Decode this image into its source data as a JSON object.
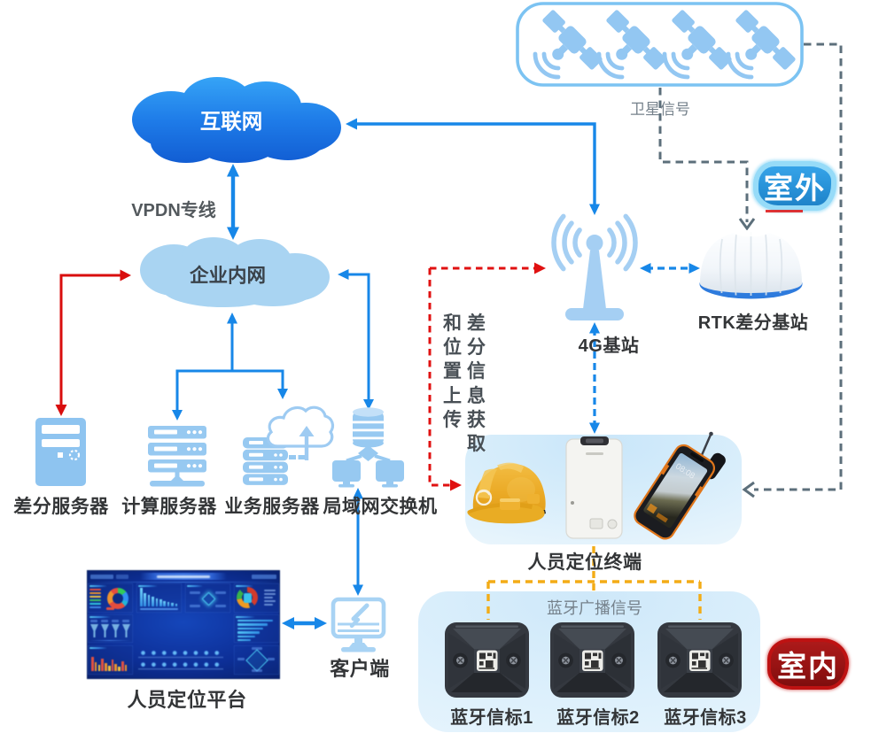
{
  "palette": {
    "arrow_blue": "#1787E8",
    "arrow_red": "#D90E0E",
    "dash_gray": "#5C6F7B",
    "dash_orange": "#F3AC16",
    "icon_blue": "#97C9F1",
    "satellite_box_border": "#7CC3F2",
    "internet_cloud_top": "#3AA2F5",
    "internet_cloud_bottom": "#1463D9",
    "intranet_cloud": "#A9D4F2",
    "outdoor_badge": "#2E96DB",
    "indoor_badge": "#A81616"
  },
  "satellites": {
    "signal_label": "卫星信号"
  },
  "clouds": {
    "internet": "互联网",
    "intranet": "企业内网"
  },
  "edges": {
    "vpdn": "VPDN专线",
    "diff_upload_note_col1": "差分信息获取",
    "diff_upload_note_col2": "和位置上传",
    "bluetooth_broadcast": "蓝牙广播信号"
  },
  "servers": {
    "diff": "差分服务器",
    "compute": "计算服务器",
    "business": "业务服务器",
    "lan_switch": "局域网交换机"
  },
  "platform": {
    "label": "人员定位平台"
  },
  "client": {
    "label": "客户端"
  },
  "station_4g": {
    "label": "4G基站"
  },
  "rtk": {
    "label": "RTK差分基站"
  },
  "terminal": {
    "label": "人员定位终端"
  },
  "beacons": {
    "items": [
      "蓝牙信标1",
      "蓝牙信标2",
      "蓝牙信标3"
    ]
  },
  "zones": {
    "outdoor": "室外",
    "indoor": "室内"
  }
}
